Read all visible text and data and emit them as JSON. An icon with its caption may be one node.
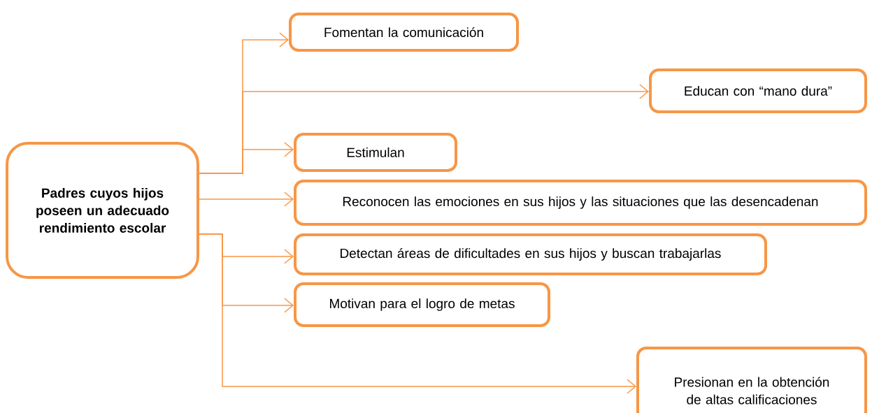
{
  "diagram": {
    "nodes": [
      {
        "text": [
          "Padres cuyos hijos poseen un adecuado rendimiento escolar"
        ]
      },
      {
        "text": [
          "Fomentan la comunicación"
        ]
      },
      {
        "text": [
          "Educan con “mano dura”"
        ]
      },
      {
        "text": [
          "Estimulan"
        ]
      },
      {
        "text": [
          "Reconocen las emociones en sus hijos y las situaciones que las desencadenan"
        ]
      },
      {
        "text": [
          "Detectan áreas de dificultades en sus hijos y buscan trabajarlas"
        ]
      },
      {
        "text": [
          "Motivan para el logro de metas"
        ]
      },
      {
        "text": [
          "Presionan en la obtención de altas calificaciones"
        ]
      }
    ],
    "edges": [
      {
        "from": 0,
        "to": 1,
        "arrow": "to"
      },
      {
        "from": 0,
        "to": 2,
        "arrow": "to"
      },
      {
        "from": 0,
        "to": 3,
        "arrow": "to"
      },
      {
        "from": 0,
        "to": 4,
        "arrow": "to"
      },
      {
        "from": 0,
        "to": 5,
        "arrow": "to"
      },
      {
        "from": 0,
        "to": 6,
        "arrow": "to"
      },
      {
        "from": 0,
        "to": 7,
        "arrow": "to"
      }
    ]
  }
}
